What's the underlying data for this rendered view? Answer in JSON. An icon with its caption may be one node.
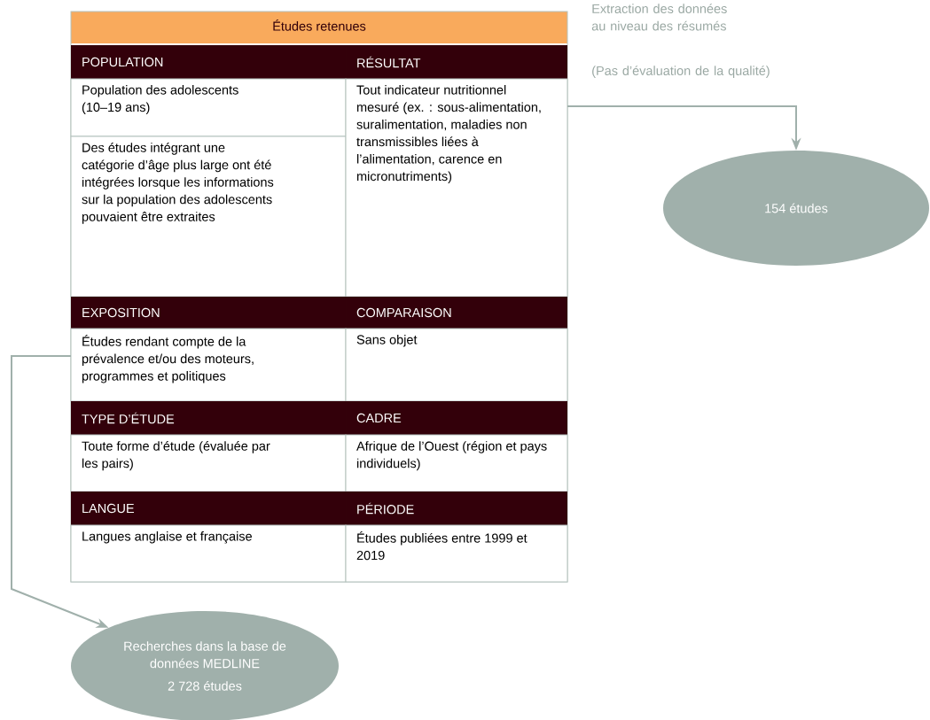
{
  "diagram": {
    "nodes": [
      {
        "text": [
          "Études retenues"
        ]
      },
      {
        "text": [
          "POPULATION"
        ],
        "in": 0
      },
      {
        "text": [
          "RÉSULTAT"
        ],
        "in": 0
      },
      {
        "text": [
          "Population des adolescents (10–19 ans)"
        ],
        "in": 0
      },
      {
        "text": [
          "Des études intégrant une catégorie d’âge plus large ont été intégrées lorsque les informations sur la population des adolescents pouvaient être extraites"
        ],
        "in": 0
      },
      {
        "text": [
          "Tout indicateur nutritionnel mesuré (ex. : sous-alimentation, suralimentation, maladies non transmissibles liées à l’alimentation, carence en micronutriments)"
        ],
        "in": 0
      },
      {
        "text": [
          "EXPOSITION"
        ],
        "in": 0
      },
      {
        "text": [
          "COMPARAISON"
        ],
        "in": 0
      },
      {
        "text": [
          "Études rendant compte de la prévalence et/ou des moteurs, programmes et politiques"
        ],
        "in": 0
      },
      {
        "text": [
          "Sans objet"
        ],
        "in": 0
      },
      {
        "text": [
          "TYPE D’ÉTUDE"
        ],
        "in": 0
      },
      {
        "text": [
          "CADRE"
        ],
        "in": 0
      },
      {
        "text": [
          "Toute forme d’étude (évaluée par les pairs)"
        ],
        "in": 0
      },
      {
        "text": [
          "Afrique de l’Ouest (région et pays individuels)"
        ],
        "in": 0
      },
      {
        "text": [
          "LANGUE"
        ],
        "in": 0
      },
      {
        "text": [
          "PÉRIODE"
        ],
        "in": 0
      },
      {
        "text": [
          "Langues anglaise et française"
        ],
        "in": 0
      },
      {
        "text": [
          "Études publiées entre 1999 et 2019"
        ],
        "in": 0
      },
      {
        "text": [
          "154 études"
        ]
      },
      {
        "text": [
          "Recherches dans la base de données MEDLINE",
          "2 728 études"
        ]
      }
    ],
    "edges": [
      {
        "from": 5,
        "to": 18,
        "arrow": "to"
      },
      {
        "from": 8,
        "to": 19,
        "arrow": "to"
      }
    ],
    "labels": [
      "Extraction des données au niveau des résumés",
      "(Pas d’évaluation de la qualité)"
    ]
  }
}
